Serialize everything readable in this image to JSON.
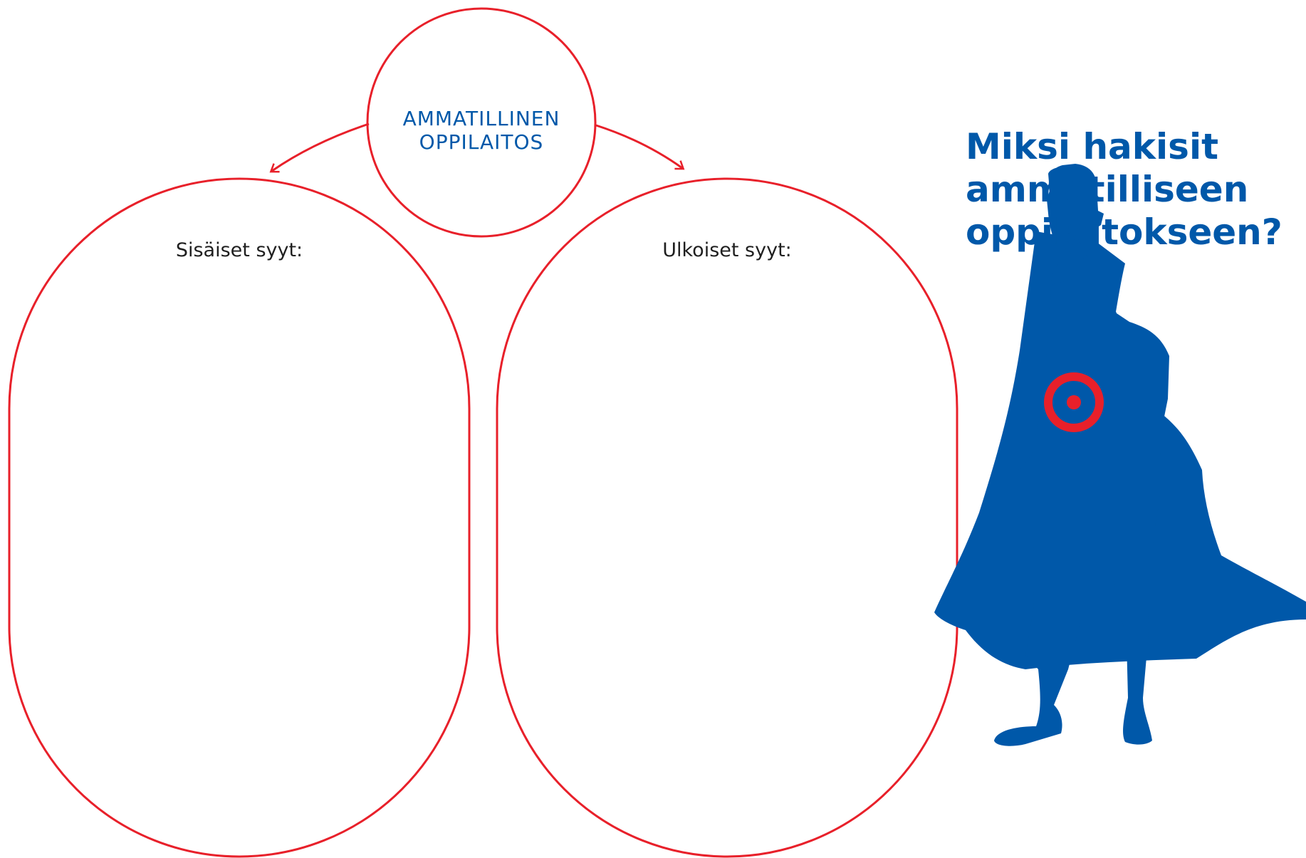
{
  "hub": {
    "line1": "AMMATILLINEN",
    "line2": "OPPILAITOS"
  },
  "left_box": {
    "label": "Sisäiset syyt:"
  },
  "right_box": {
    "label": "Ulkoiset syyt:"
  },
  "question": {
    "line1": "Miksi hakisit",
    "line2": "ammatilliseen",
    "line3": "oppilaitokseen?"
  },
  "figure": {
    "name": "superhero-silhouette-icon",
    "emblem": "target-icon"
  },
  "colors": {
    "outline": "#e8202a",
    "text_blue": "#0058a9",
    "figure_blue": "#0058a9",
    "label_text": "#1f1f1f"
  }
}
